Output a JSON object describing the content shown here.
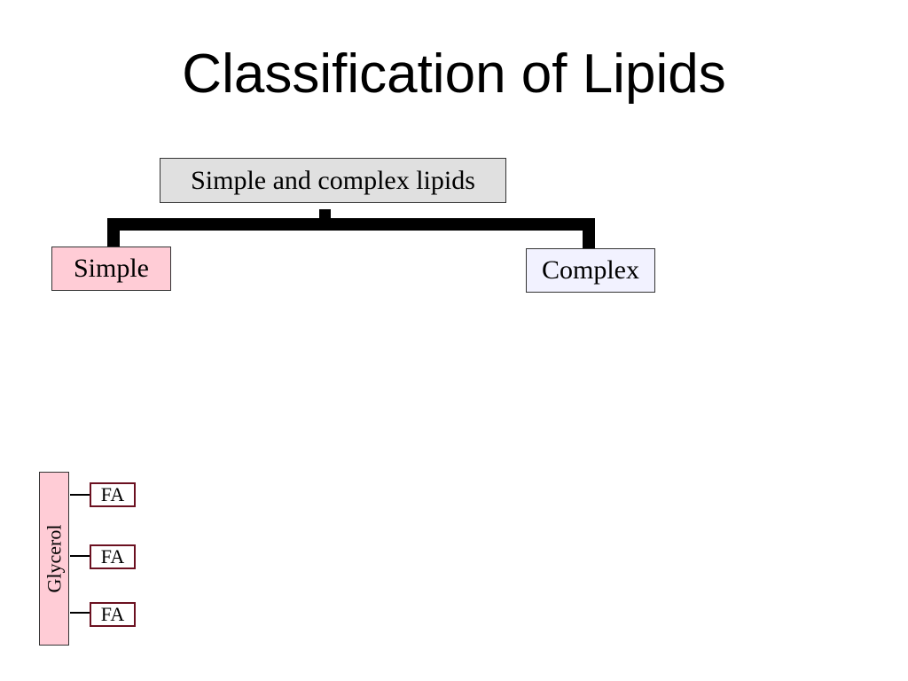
{
  "slide": {
    "title": "Classification of Lipids"
  },
  "tree": {
    "root_label": "Simple and complex lipids",
    "children": [
      {
        "label": "Simple",
        "color": "#ffccd6"
      },
      {
        "label": "Complex",
        "color": "#f2f2ff"
      }
    ],
    "root_color": "#e0e0e0"
  },
  "glycerol_diagram": {
    "backbone_label": "Glycerol",
    "backbone_color": "#ffccd6",
    "chains": [
      {
        "label": "FA"
      },
      {
        "label": "FA"
      },
      {
        "label": "FA"
      }
    ],
    "chain_border_color": "#6b1020"
  }
}
